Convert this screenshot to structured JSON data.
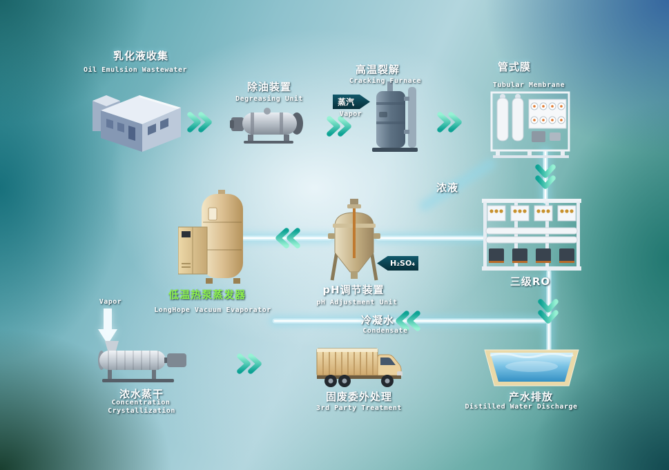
{
  "nodes": {
    "collection": {
      "zh": "乳化液收集",
      "en": "Oil Emulsion Wastewater"
    },
    "degreasing": {
      "zh": "除油装置",
      "en": "Degreasing Unit"
    },
    "cracking": {
      "zh": "高温裂解",
      "en": "Cracking Furnace"
    },
    "membrane": {
      "zh": "管式膜",
      "en": "Tubular Membrane"
    },
    "ro": {
      "zh": "三级RO"
    },
    "ph": {
      "zh": "pH调节装置",
      "en": "pH Adjustment Unit"
    },
    "evaporator": {
      "zh": "低温热泵蒸发器",
      "en": "LongHope Vacuum Evaporator"
    },
    "crystallization": {
      "zh": "浓水蒸干",
      "en_line1": "Concentration",
      "en_line2": "Crystallization"
    },
    "solid_waste": {
      "zh": "固废委外处理",
      "en": "3rd Party Treatment"
    },
    "discharge": {
      "zh": "产水排放",
      "en": "Distilled Water Discharge"
    }
  },
  "streams": {
    "vapor_in": {
      "zh": "蒸汽",
      "en": "Vapor"
    },
    "concentrate": {
      "zh": "浓液"
    },
    "acid": {
      "formula": "H₂SO₄"
    },
    "condensate": {
      "zh": "冷凝水",
      "en": "Condensate"
    },
    "vapor_out": {
      "en": "Vapor"
    }
  },
  "colors": {
    "flow_arrow": "#0da294",
    "flow_arrow_light": "#97f2d4",
    "pipe_glow": "#9fdcef",
    "tag_background": "#0b4a58",
    "evaporator_label": "#8df04e",
    "label_text": "#ffffff"
  }
}
